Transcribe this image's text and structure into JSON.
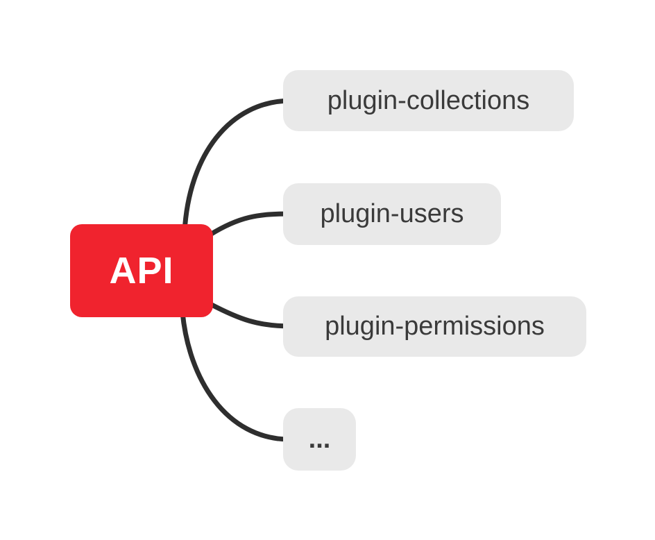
{
  "diagram": {
    "type": "mindmap",
    "root": {
      "label": "API"
    },
    "children": [
      {
        "label": "plugin-collections"
      },
      {
        "label": "plugin-users"
      },
      {
        "label": "plugin-permissions"
      },
      {
        "label": "..."
      }
    ]
  },
  "theme": {
    "canvas-bg": "#ffffff",
    "accent-red": "#f0232e",
    "root-text": "#ffffff",
    "node-bg": "#e9e9e9",
    "node-text": "#3a3a3a",
    "connector": "#2e2e2e"
  }
}
